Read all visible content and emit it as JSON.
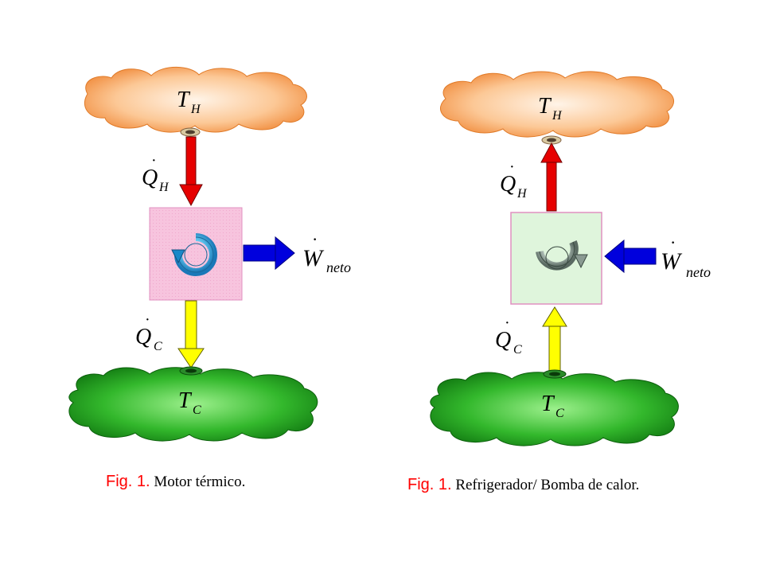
{
  "colors": {
    "hot_reservoir": "#f5a050",
    "cold_reservoir": "#1fa31f",
    "heat_hot_arrow": "#e60000",
    "heat_cold_arrow": "#ffff00",
    "work_arrow": "#0000dd",
    "engine_box": "#f8c8e0",
    "fridge_box": "#dff5dc",
    "caption_fig": "#ff0000"
  },
  "labels": {
    "hot_symbol": "T",
    "hot_sub": "H",
    "cold_symbol": "T",
    "cold_sub": "C",
    "heat_symbol": "Q",
    "work_symbol": "W",
    "work_sub": "neto"
  },
  "left": {
    "caption_fig": "Fig. 1.",
    "caption_text": "Motor térmico."
  },
  "right": {
    "caption_fig": "Fig. 1.",
    "caption_text": "Refrigerador/ Bomba de calor."
  },
  "icons": [
    "cycle-icon",
    "cloud-hot",
    "cloud-cold"
  ]
}
